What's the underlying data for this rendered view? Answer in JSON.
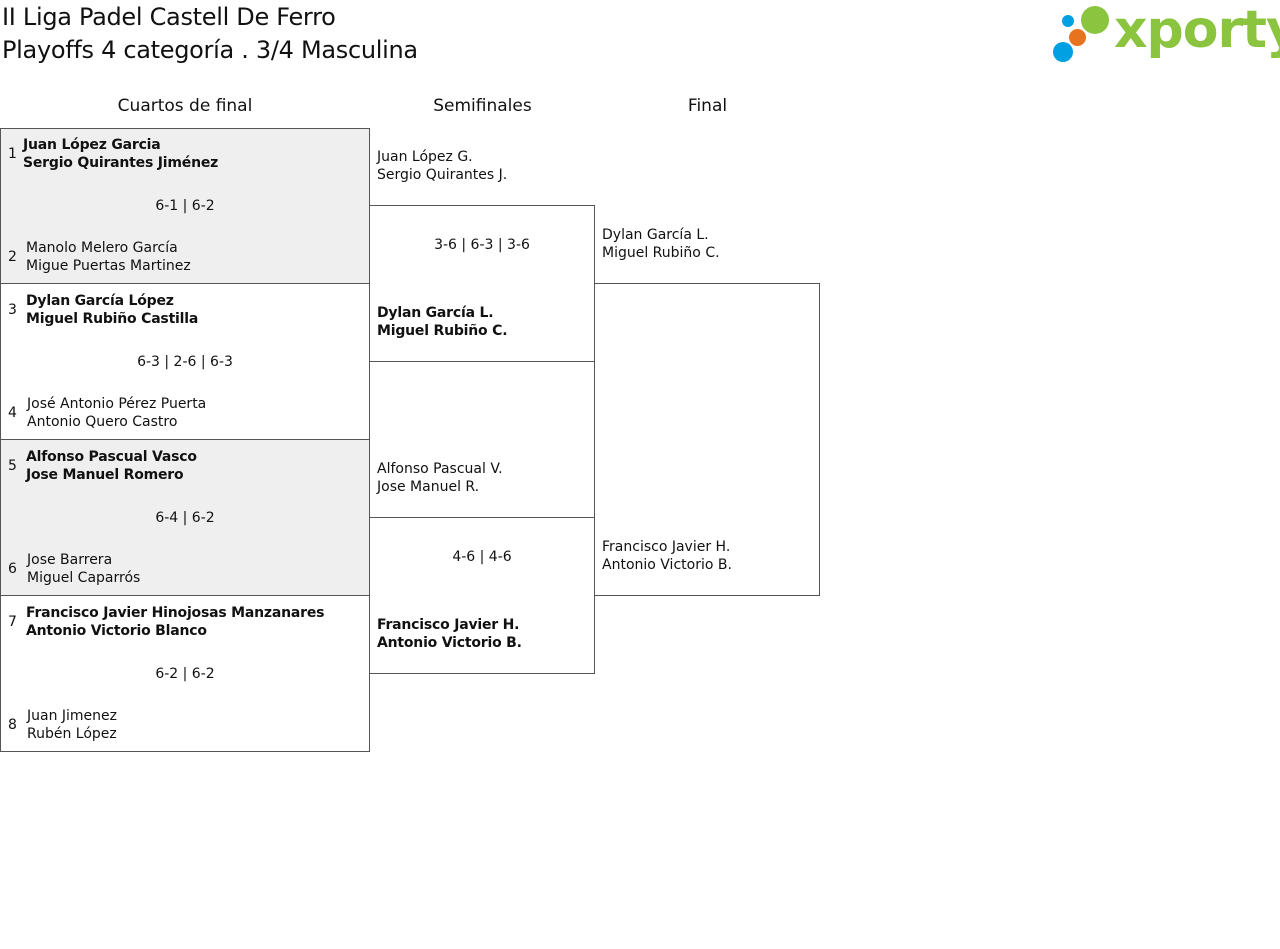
{
  "header": {
    "title_line1": "II Liga Padel Castell De Ferro",
    "title_line2": "Playoffs 4 categoría . 3/4 Masculina"
  },
  "logo": {
    "text": "xporty",
    "brand_color": "#8bc43f",
    "dot_colors": [
      "#00a0e3",
      "#e8731f",
      "#8bc43f"
    ]
  },
  "rounds": {
    "quarter": "Cuartos de final",
    "semi": "Semifinales",
    "final": "Final"
  },
  "quarterfinals": [
    {
      "seed_a": "1",
      "a1": "Juan López Garcia",
      "a2": "Sergio Quirantes Jiménez",
      "score": "6-1 | 6-2",
      "seed_b": "2",
      "b1": "Manolo Melero García",
      "b2": "Migue Puertas Martinez"
    },
    {
      "seed_a": "3",
      "a1": "Dylan García López",
      "a2": "Miguel Rubiño Castilla",
      "score": "6-3 | 2-6 | 6-3",
      "seed_b": "4",
      "b1": "José Antonio Pérez Puerta",
      "b2": "Antonio Quero Castro"
    },
    {
      "seed_a": "5",
      "a1": "Alfonso Pascual Vasco",
      "a2": "Jose Manuel Romero",
      "score": "6-4 | 6-2",
      "seed_b": "6",
      "b1": "Jose Barrera",
      "b2": "Miguel Caparrós"
    },
    {
      "seed_a": "7",
      "a1": "Francisco Javier Hinojosas Manzanares",
      "a2": "Antonio Victorio Blanco",
      "score": "6-2 | 6-2",
      "seed_b": "8",
      "b1": "Juan Jimenez",
      "b2": "Rubén López"
    }
  ],
  "semifinals": [
    {
      "a1": "Juan López G.",
      "a2": "Sergio Quirantes J.",
      "score": "3-6 | 6-3 | 3-6",
      "b1": "Dylan García L.",
      "b2": "Miguel Rubiño C."
    },
    {
      "a1": "Alfonso Pascual V.",
      "a2": "Jose Manuel R.",
      "score": "4-6 | 4-6",
      "b1": "Francisco Javier H.",
      "b2": "Antonio Victorio B."
    }
  ],
  "final": {
    "a1": "Dylan García L.",
    "a2": "Miguel Rubiño C.",
    "b1": "Francisco Javier H.",
    "b2": "Antonio Victorio B."
  }
}
